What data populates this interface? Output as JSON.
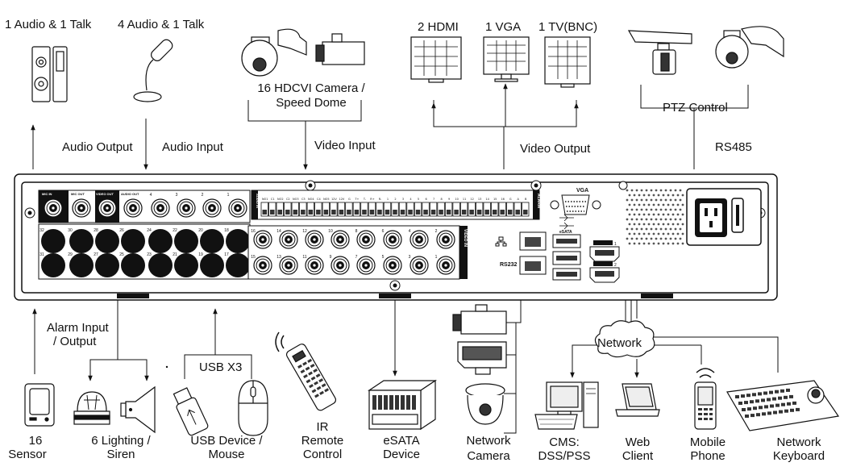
{
  "top": {
    "audio_output_device": "1 Audio  & 1 Talk",
    "audio_input_device": "4 Audio & 1 Talk",
    "cameras_line1": "16  HDCVI Camera /",
    "cameras_line2": "Speed Dome",
    "hdmi": "2 HDMI",
    "vga": "1 VGA",
    "tv": "1 TV(BNC)",
    "ptz_control": "PTZ Control"
  },
  "links": {
    "audio_output": "Audio  Output",
    "audio_input": "Audio  Input",
    "video_input": "Video Input",
    "video_output": "Video Output",
    "rs485": "RS485"
  },
  "panel": {
    "vga_label": "VGA",
    "rs232_label": "RS232",
    "esata_label": "eSATA",
    "hdmi1_label": "1",
    "hdmi2_label": "2",
    "alarm_label": "ALARM",
    "video_in_label": "VIDEO IN",
    "audio_in_label": "AUDIO IN",
    "mic_in_label": "MIC IN",
    "mic_out_label": "MIC OUT",
    "video_out_label": "VIDEO OUT",
    "audio_out_label": "AUDIO OUT",
    "audio_in_ports": [
      "4",
      "3",
      "2",
      "1"
    ],
    "bnc_top": [
      "16",
      "14",
      "12",
      "10",
      "8",
      "6",
      "4",
      "2"
    ],
    "bnc_bottom": [
      "15",
      "13",
      "11",
      "9",
      "7",
      "5",
      "3",
      "1"
    ],
    "blank_top": [
      "32",
      "30",
      "28",
      "26",
      "24",
      "22",
      "20",
      "18"
    ],
    "blank_bottom": [
      "31",
      "29",
      "27",
      "25",
      "23",
      "21",
      "19",
      "17"
    ],
    "terminal_left": [
      "NO1",
      "C1",
      "NO2",
      "C2",
      "NO3",
      "C3",
      "NO4",
      "C4",
      "NO5",
      "12V",
      "12V",
      "G",
      "T+",
      "T-",
      "R+",
      "R-"
    ],
    "terminal_right": [
      "1",
      "2",
      "3",
      "4",
      "5",
      "6",
      "7",
      "8",
      "9",
      "10",
      "11",
      "12",
      "13",
      "14",
      "15",
      "16",
      "G",
      "A",
      "B"
    ]
  },
  "bottom": {
    "alarm_io_line1": "Alarm Input",
    "alarm_io_line2": "/ Output",
    "usb_x3": "USB X3",
    "network": "Network",
    "sensor_line1": "16",
    "sensor_line2": "Sensor",
    "lighting_line1": "6 Lighting /",
    "lighting_line2": "Siren",
    "usb_line1": "USB Device /",
    "usb_line2": "Mouse",
    "ir_line1": "IR",
    "ir_line2": "Remote",
    "ir_line3": "Control",
    "esata_line1": "eSATA",
    "esata_line2": "Device",
    "netcam_line1": "Network",
    "netcam_line2": "Camera",
    "cms_line1": "CMS:",
    "cms_line2": "DSS/PSS",
    "web_line1": "Web",
    "web_line2": "Client",
    "mobile_line1": "Mobile",
    "mobile_line2": "Phone",
    "keyboard_line1": "Network",
    "keyboard_line2": "Keyboard"
  }
}
